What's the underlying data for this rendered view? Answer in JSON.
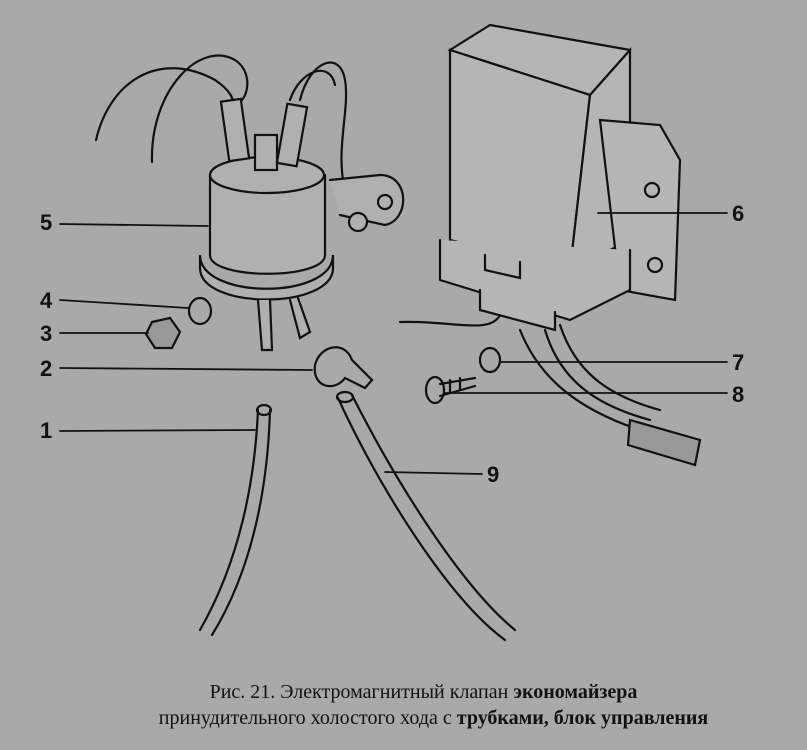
{
  "labels": {
    "n1": "1",
    "n2": "2",
    "n3": "3",
    "n4": "4",
    "n5": "5",
    "n6": "6",
    "n7": "7",
    "n8": "8",
    "n9": "9"
  },
  "caption": {
    "line1_prefix": "Рис. 21. Электромагнитный клапан ",
    "line1_bold": "экономайзера",
    "line2_prefix": "принудительного холостого хода с ",
    "line2_bold": "трубками, блок управления"
  },
  "colors": {
    "background": "#a9a9a9",
    "ink": "#111111"
  }
}
